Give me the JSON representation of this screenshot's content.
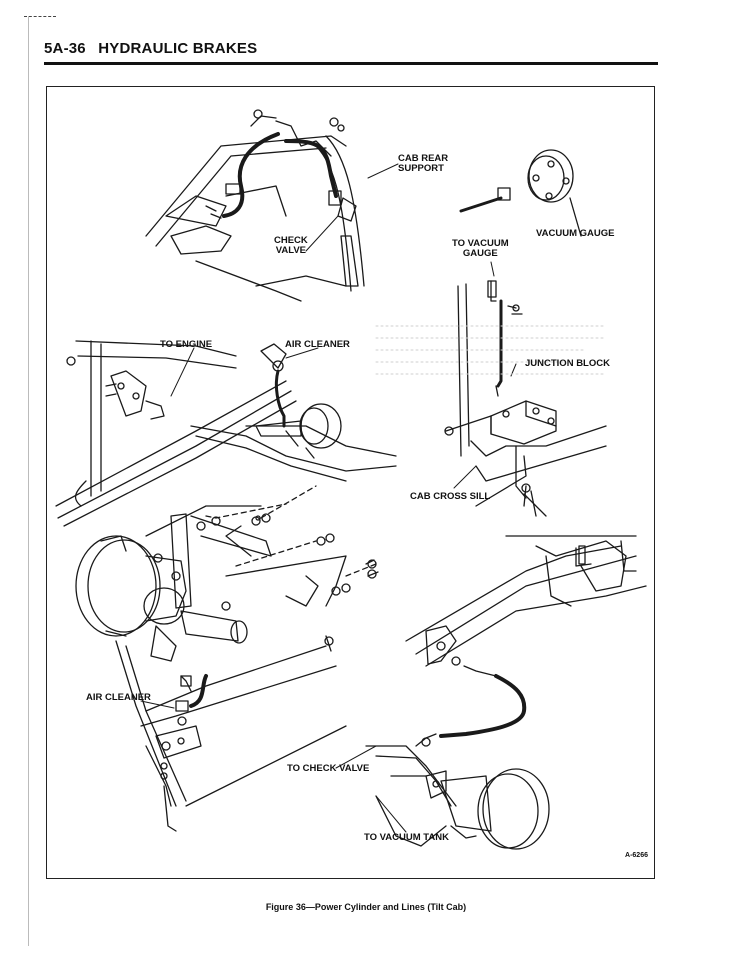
{
  "page": {
    "section": "5A-36",
    "title": "HYDRAULIC BRAKES"
  },
  "figure": {
    "labels": {
      "cab_rear_support": [
        "CAB REAR",
        "SUPPORT"
      ],
      "check_valve": [
        "CHECK",
        "VALVE"
      ],
      "vacuum_gauge": "VACUUM GAUGE",
      "to_vacuum_gauge": [
        "TO VACUUM",
        "GAUGE"
      ],
      "to_engine": "TO ENGINE",
      "air_cleaner_top": "AIR CLEANER",
      "junction_block": "JUNCTION BLOCK",
      "cab_cross_sill": "CAB CROSS SILL",
      "air_cleaner_bottom": "AIR CLEANER",
      "to_check_valve": "TO CHECK VALVE",
      "to_vacuum_tank": "TO VACUUM TANK"
    },
    "number": "A-6266",
    "caption": "Figure 36—Power Cylinder and Lines (Tilt Cab)"
  }
}
